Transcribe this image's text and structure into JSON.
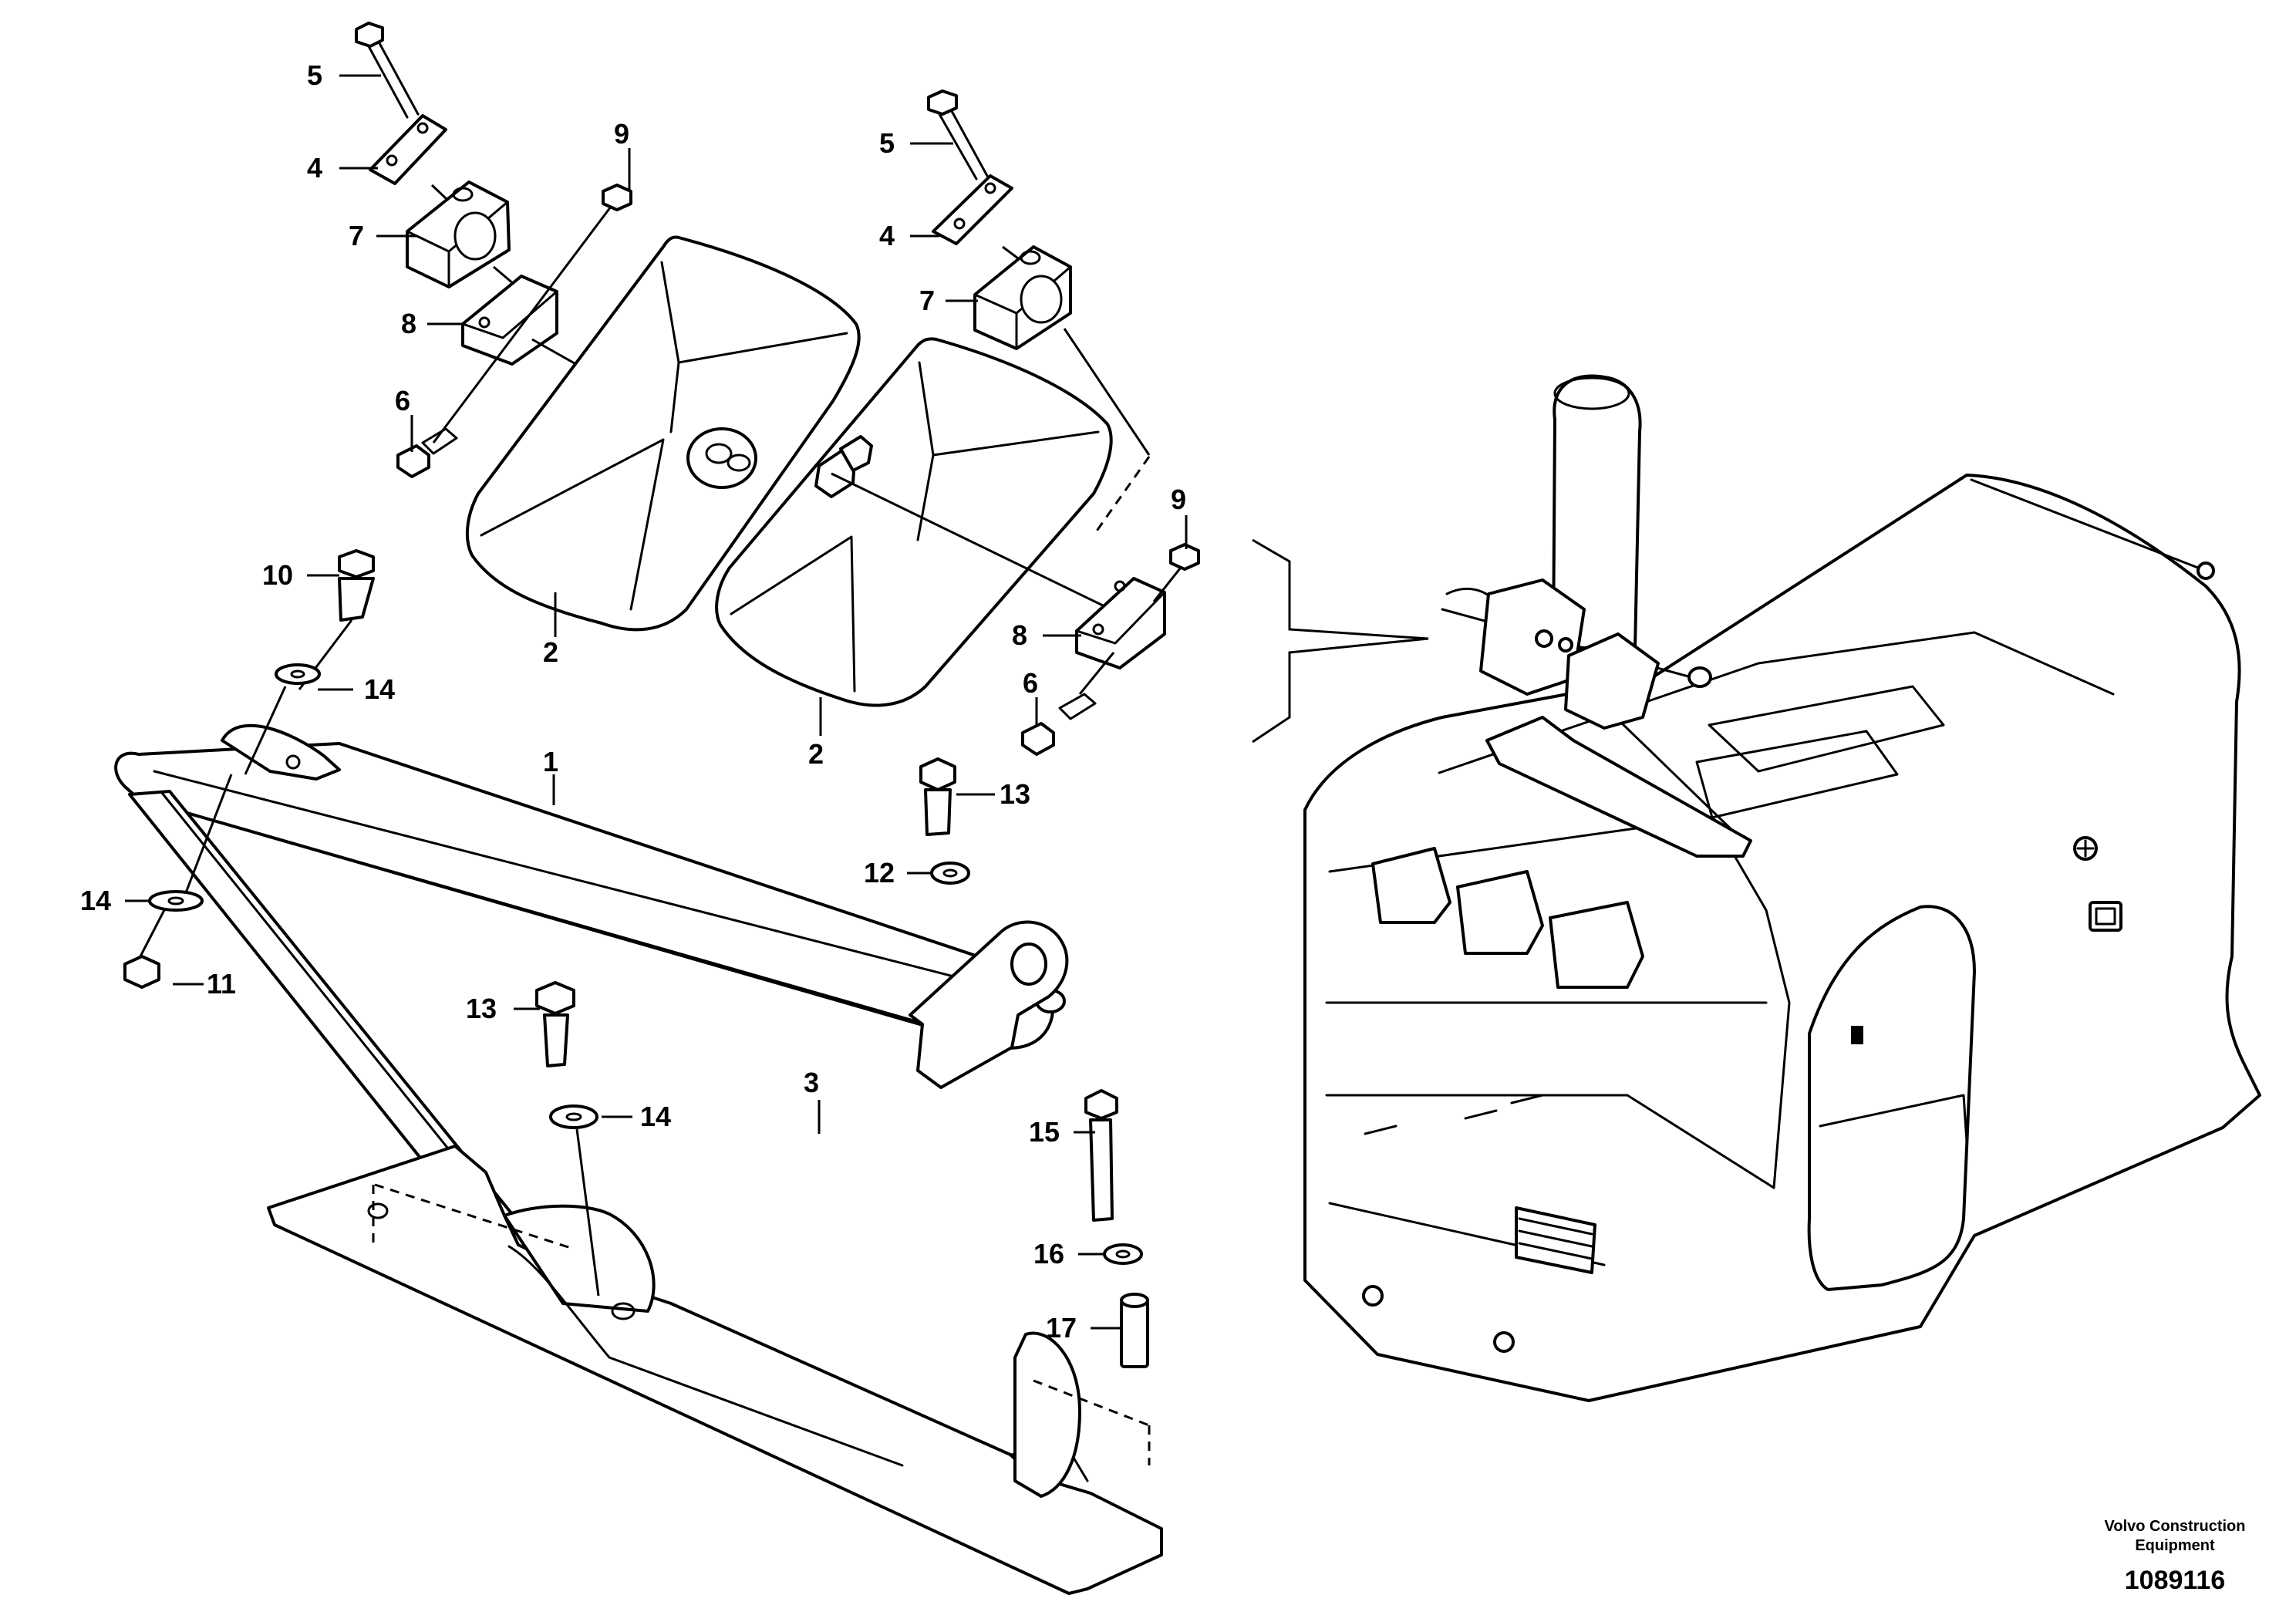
{
  "callouts": {
    "c1": "1",
    "c2a": "2",
    "c2b": "2",
    "c3": "3",
    "c4a": "4",
    "c4b": "4",
    "c5a": "5",
    "c5b": "5",
    "c6a": "6",
    "c6b": "6",
    "c7a": "7",
    "c7b": "7",
    "c8a": "8",
    "c8b": "8",
    "c9a": "9",
    "c9b": "9",
    "c10": "10",
    "c11": "11",
    "c12": "12",
    "c13a": "13",
    "c13b": "13",
    "c14a": "14",
    "c14b": "14",
    "c14c": "14",
    "c15": "15",
    "c16": "16",
    "c17": "17"
  },
  "footer": {
    "brand_line1": "Volvo Construction",
    "brand_line2": "Equipment",
    "drawing_number": "1089116"
  }
}
